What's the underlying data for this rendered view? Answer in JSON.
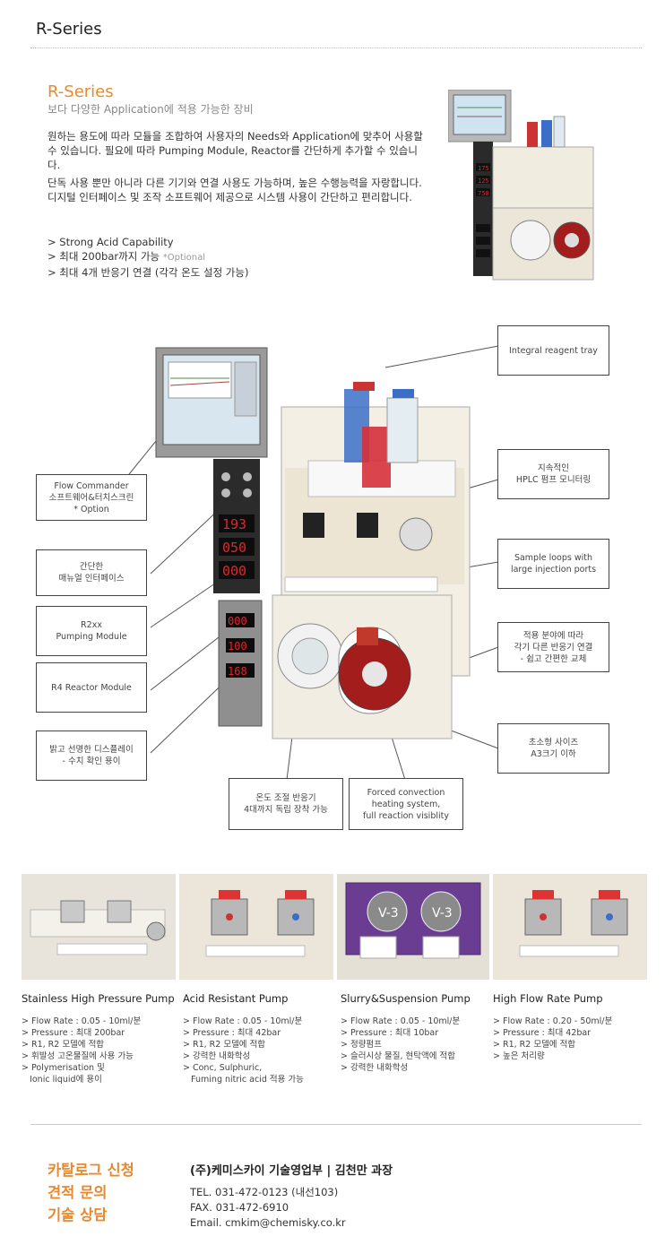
{
  "header": {
    "title": "R-Series"
  },
  "intro": {
    "title": "R-Series",
    "subtitle": "보다 다양한 Application에 적용 가능한 장비",
    "paragraph1": "원하는 용도에 따라 모듈을 조합하여 사용자의 Needs와 Application에 맞추어 사용할 수 있습니다. 필요에 따라 Pumping Module, Reactor를 간단하게 추가할 수 있습니다.",
    "paragraph2": "단독 사용 뿐만 아니라 다른 기기와 연결 사용도 가능하며, 높은 수행능력을 자랑합니다. 디지털 인터페이스 및 조작 소프트웨어 제공으로 시스템 사용이 간단하고 편리합니다.",
    "features": [
      {
        "text": "> Strong Acid Capability",
        "note": ""
      },
      {
        "text": "> 최대 200bar까지 가능 ",
        "note": "*Optional"
      },
      {
        "text": "> 최대 4개 반응기 연결 (각각 온도 설정 가능)",
        "note": ""
      }
    ]
  },
  "callouts": {
    "flow_commander": "Flow Commander\n소프트웨어&터치스크린\n* Option",
    "manual_interface": "간단한\n매뉴얼 인터페이스",
    "pumping_module": "R2xx\nPumping Module",
    "reactor_module": "R4 Reactor Module",
    "display": "밝고 선명한 디스플레이\n- 수치 확인 용이",
    "reagent_tray": "Integral reagent tray",
    "hplc_monitoring": "지속적인\nHPLC 펌프 모니터링",
    "sample_loops": "Sample loops with\nlarge injection ports",
    "reactor_connect": "적용 분야에 따라\n각기 다른 반응기 연결\n- 쉽고 간편한 교체",
    "compact_size": "초소형 사이즈\nA3크기 이하",
    "temp_reactor": "온도 조절 반응기\n4대까지 독립 장착 가능",
    "forced_convection": "Forced convection\nheating system,\nfull reaction visiblity"
  },
  "pumps": [
    {
      "title": "Stainless High Pressure Pump",
      "specs": [
        "> Flow Rate : 0.05 - 10ml/분",
        "> Pressure : 최대 200bar",
        "> R1, R2 모델에 적합",
        "> 휘발성 고온물질에 사용 가능",
        "> Polymerisation 및",
        "   Ionic liquid에 용이"
      ]
    },
    {
      "title": "Acid Resistant Pump",
      "specs": [
        "> Flow Rate : 0.05 - 10ml/분",
        "> Pressure : 최대 42bar",
        "> R1, R2 모델에 적합",
        "> 강력한 내화학성",
        "> Conc, Sulphuric,",
        "   Fuming nitric acid 적용 가능"
      ]
    },
    {
      "title": "Slurry&Suspension Pump",
      "specs": [
        "> Flow Rate : 0.05 - 10ml/분",
        "> Pressure : 최대 10bar",
        "> 정량펌프",
        "> 슬러시상 물질, 현탁액에 적합",
        "> 강력한 내화학성"
      ]
    },
    {
      "title": "High Flow Rate Pump",
      "specs": [
        "> Flow Rate : 0.20 - 50ml/분",
        "> Pressure : 최대 42bar",
        "> R1, R2 모델에 적합",
        "> 높은 처리량"
      ]
    }
  ],
  "contact": {
    "lines": [
      "카탈로그 신청",
      "견적 문의",
      "기술 상담"
    ],
    "company": "(주)케미스카이 기술영업부  |  김천만 과장",
    "tel": "TEL. 031-472-0123 (내선103)",
    "fax": "FAX. 031-472-6910",
    "email": "Email. cmkim@chemisky.co.kr"
  },
  "colors": {
    "accent": "#e8892e",
    "text": "#333333",
    "led": "#e0262a"
  }
}
